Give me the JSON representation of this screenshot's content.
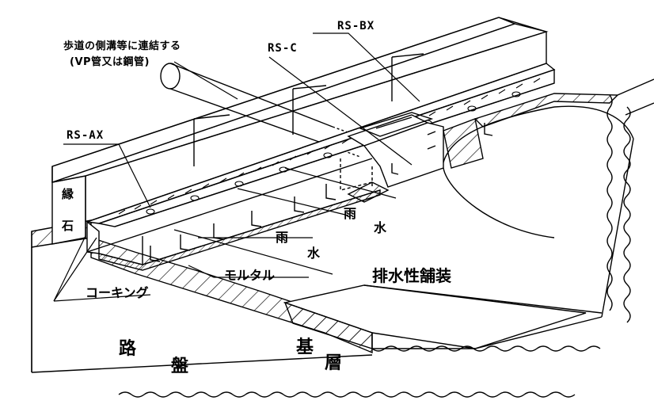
{
  "labels": {
    "connection_note_line1": "歩道の側溝等に連結する",
    "connection_note_line2": "(VP管又は鋼管)",
    "rs_bx": "RS-BX",
    "rs_c": "RS-C",
    "rs_ax": "RS-AX",
    "curb_char1": "縁",
    "curb_char2": "石",
    "rainwater_1": "雨",
    "water_1": "水",
    "rainwater_2": "雨",
    "water_2": "水",
    "mortar": "モルタル",
    "caulking": "コーキング",
    "drainage_pavement": "排水性舗装",
    "roadbed_char1": "路",
    "roadbed_char2": "盤",
    "base_char1": "基",
    "base_char2": "層"
  },
  "colors": {
    "line": "#000000",
    "background": "#ffffff"
  }
}
